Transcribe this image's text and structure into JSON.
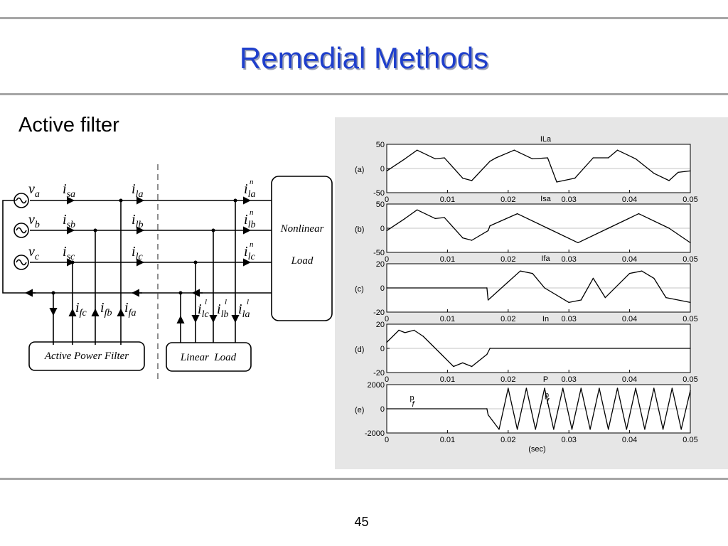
{
  "slide": {
    "title": "Remedial Methods",
    "subtitle": "Active filter",
    "page_number": "45"
  },
  "circuit": {
    "sources": [
      {
        "v": "v",
        "sub": "a",
        "i_sub": "sa",
        "il_sub": "la",
        "iln_sub": "la"
      },
      {
        "v": "v",
        "sub": "b",
        "i_sub": "sb",
        "il_sub": "lb",
        "iln_sub": "lb"
      },
      {
        "v": "v",
        "sub": "c",
        "i_sub": "sc",
        "il_sub": "lc",
        "iln_sub": "lc"
      }
    ],
    "current_symbol": "i",
    "superscript_n": "n",
    "superscript_l": "l",
    "filter_currents": [
      "fc",
      "fb",
      "fa"
    ],
    "linear_currents": [
      "lc",
      "lb",
      "la"
    ],
    "nonlinear_load_label_1": "Nonlinear",
    "nonlinear_load_label_2": "Load",
    "apf_label": "Active Power Filter",
    "linear_load_label": "Linear  Load"
  },
  "chart_data": [
    {
      "type": "line",
      "panel": "(a)",
      "title": "ILa",
      "ylim": [
        -50,
        50
      ],
      "yticks": [
        "50",
        "0",
        "-50"
      ],
      "xlim": [
        0,
        0.05
      ],
      "xticks": [
        "0",
        "0.01",
        "0.02",
        "0.03",
        "0.04",
        "0.05"
      ],
      "x": [
        0,
        0.003,
        0.005,
        0.008,
        0.0095,
        0.0125,
        0.014,
        0.017,
        0.018,
        0.021,
        0.024,
        0.0265,
        0.028,
        0.031,
        0.034,
        0.0365,
        0.038,
        0.041,
        0.044,
        0.0465,
        0.048,
        0.05
      ],
      "y": [
        -5,
        20,
        38,
        20,
        22,
        -20,
        -25,
        15,
        22,
        38,
        20,
        22,
        -28,
        -20,
        22,
        22,
        38,
        20,
        -10,
        -25,
        -8,
        -5
      ]
    },
    {
      "type": "line",
      "panel": "(b)",
      "title": "Isa",
      "ylim": [
        -50,
        50
      ],
      "yticks": [
        "50",
        "0",
        "-50"
      ],
      "xlim": [
        0,
        0.05
      ],
      "xticks": [
        "0",
        "0.01",
        "0.02",
        "0.03",
        "0.04",
        "0.05"
      ],
      "x": [
        0,
        0.003,
        0.005,
        0.008,
        0.0095,
        0.0125,
        0.014,
        0.0167,
        0.017,
        0.0215,
        0.0265,
        0.0315,
        0.0365,
        0.0415,
        0.0465,
        0.05
      ],
      "y": [
        -5,
        20,
        38,
        20,
        22,
        -20,
        -25,
        -5,
        5,
        30,
        0,
        -30,
        0,
        30,
        0,
        -30
      ]
    },
    {
      "type": "line",
      "panel": "(c)",
      "title": "Ifa",
      "ylim": [
        -20,
        20
      ],
      "yticks": [
        "20",
        "0",
        "-20"
      ],
      "xlim": [
        0,
        0.05
      ],
      "xticks": [
        "0",
        "0.01",
        "0.02",
        "0.03",
        "0.04",
        "0.05"
      ],
      "x": [
        0,
        0.0165,
        0.0167,
        0.02,
        0.022,
        0.024,
        0.026,
        0.03,
        0.032,
        0.034,
        0.036,
        0.04,
        0.042,
        0.044,
        0.046,
        0.05
      ],
      "y": [
        0,
        0,
        -10,
        5,
        14,
        12,
        0,
        -12,
        -10,
        8,
        -8,
        12,
        14,
        8,
        -8,
        -12
      ]
    },
    {
      "type": "line",
      "panel": "(d)",
      "title": "In",
      "ylim": [
        -20,
        20
      ],
      "yticks": [
        "20",
        "0",
        "-20"
      ],
      "xlim": [
        0,
        0.05
      ],
      "xticks": [
        "0",
        "0.01",
        "0.02",
        "0.03",
        "0.04",
        "0.05"
      ],
      "x": [
        0,
        0.002,
        0.003,
        0.0045,
        0.006,
        0.009,
        0.011,
        0.0125,
        0.014,
        0.0165,
        0.017,
        0.05
      ],
      "y": [
        5,
        15,
        13,
        15,
        10,
        -5,
        -15,
        -12,
        -15,
        -5,
        0,
        0
      ]
    },
    {
      "type": "line",
      "panel": "(e)",
      "title": "P",
      "ylim": [
        -2000,
        2000
      ],
      "yticks": [
        "2000",
        "0",
        "-2000"
      ],
      "xlim": [
        0,
        0.05
      ],
      "xticks": [
        "0",
        "0.01",
        "0.02",
        "0.03",
        "0.04",
        "0.05"
      ],
      "xlabel": "(sec)",
      "series_label": "p",
      "series_label_sub": "f",
      "x": [
        0,
        0.0165,
        0.0167,
        0.0185,
        0.02,
        0.0215,
        0.023,
        0.0245,
        0.026,
        0.0275,
        0.029,
        0.0305,
        0.032,
        0.0335,
        0.035,
        0.0365,
        0.038,
        0.0395,
        0.041,
        0.0425,
        0.044,
        0.0455,
        0.047,
        0.0485,
        0.05
      ],
      "y": [
        0,
        0,
        -500,
        -1700,
        1700,
        -1700,
        1700,
        -1700,
        1700,
        -1700,
        1700,
        -1700,
        1700,
        -1700,
        1700,
        -1700,
        1700,
        -1700,
        1700,
        -1700,
        1700,
        -1700,
        1700,
        -1700,
        1500
      ]
    }
  ]
}
